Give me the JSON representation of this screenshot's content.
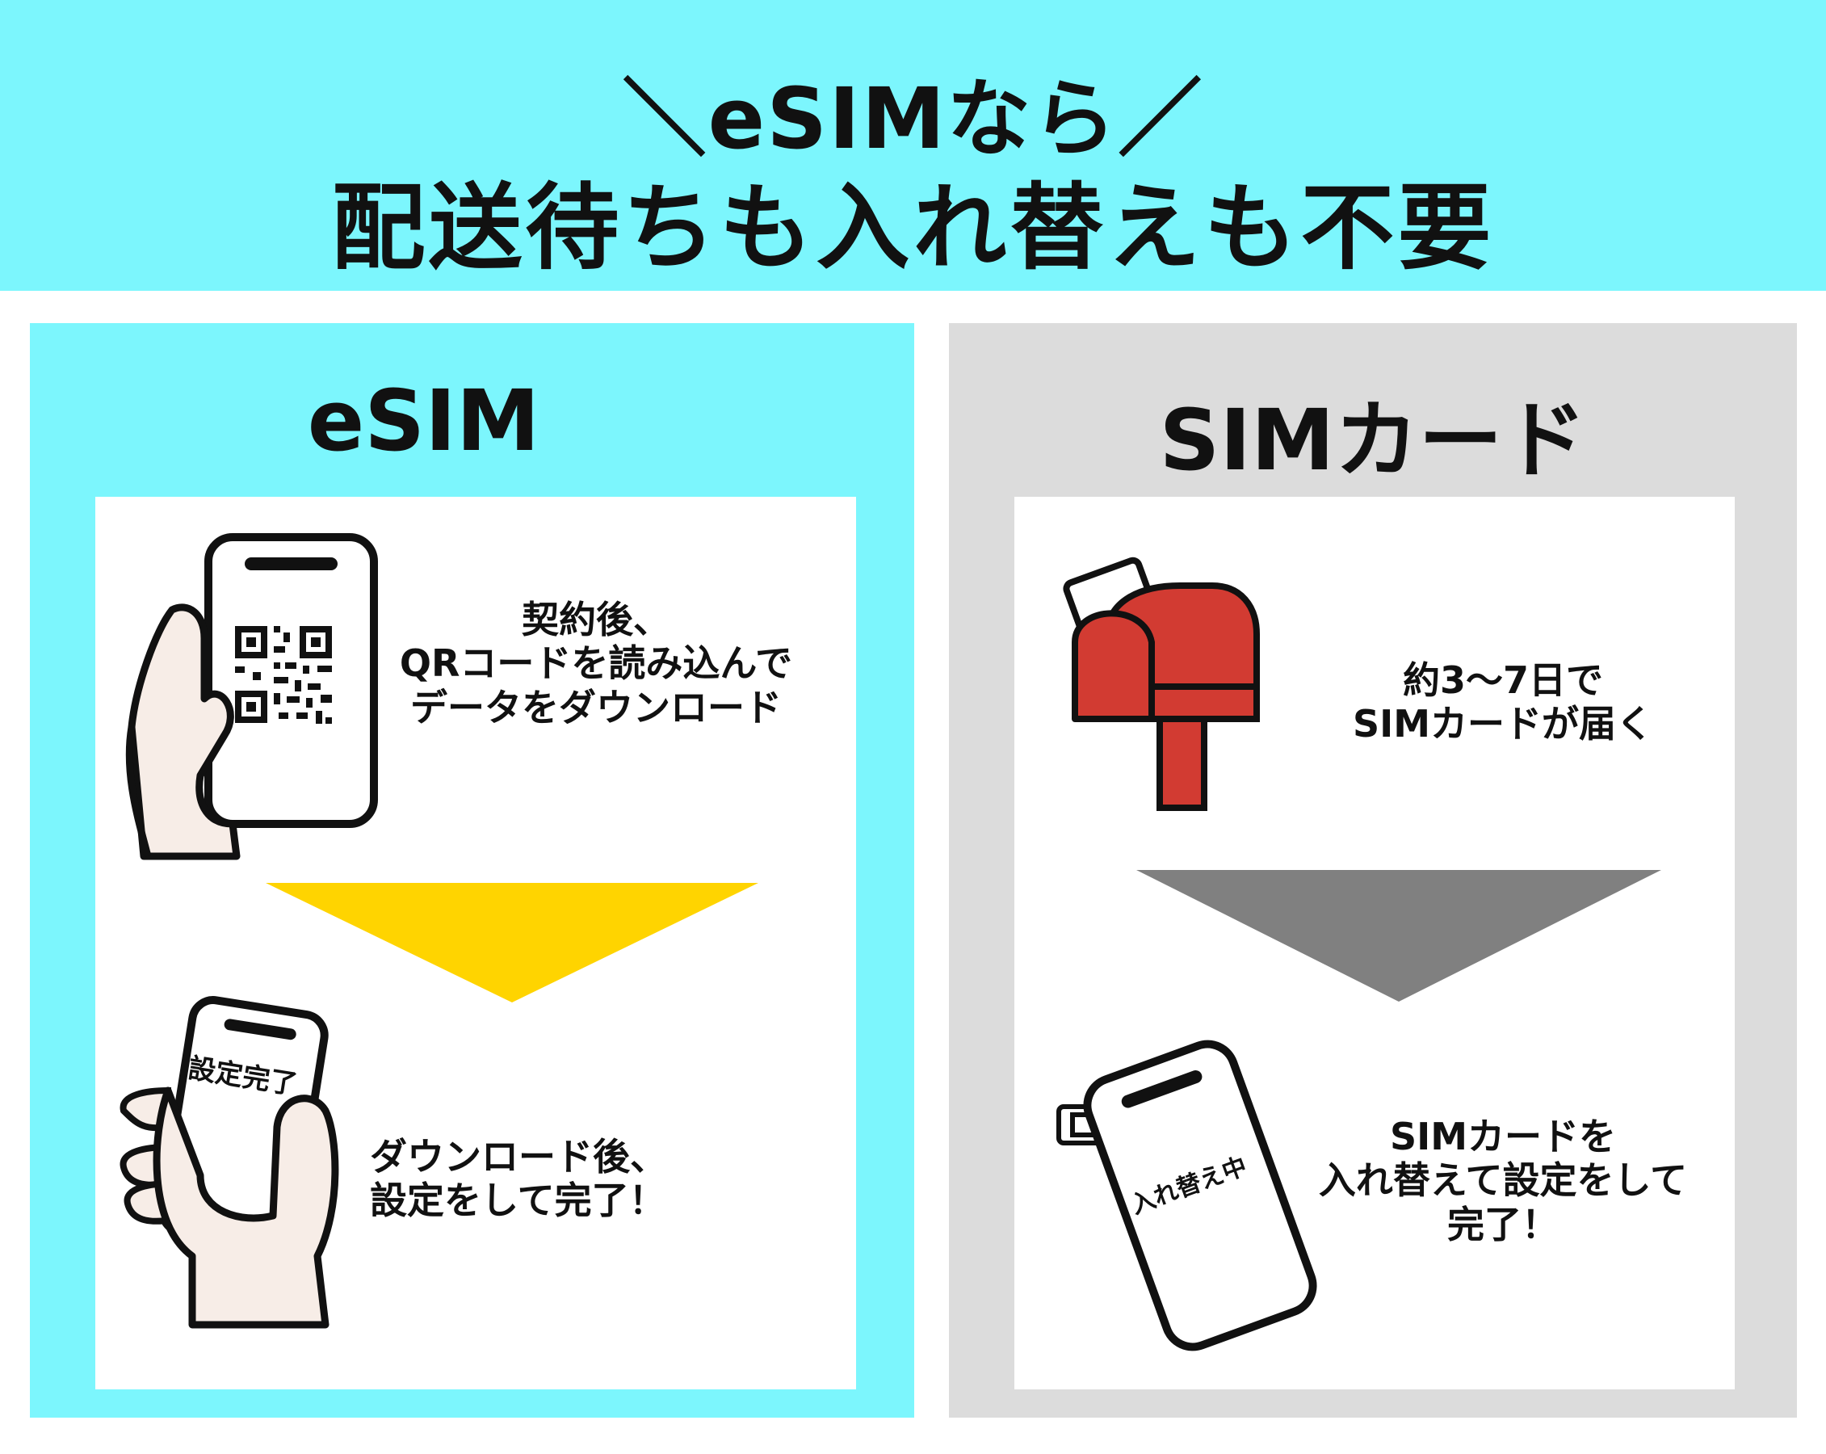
{
  "headline": {
    "line1": "＼eSIMなら／",
    "line2": "配送待ちも入れ替えも不要"
  },
  "colors": {
    "header_bg": "#7cf6fd",
    "esim_panel_bg": "#7cf6fd",
    "sim_panel_bg": "#dcdcdc",
    "esim_arrow": "#ffd400",
    "sim_arrow": "#808080",
    "mailbox": "#d23b32",
    "hand": "#f7ede7"
  },
  "esim": {
    "title": "eSIM",
    "step1": {
      "line1": "契約後、",
      "line2": "QRコードを読み込んで",
      "line3": "データをダウンロード",
      "icon": "qr-phone-icon"
    },
    "step2": {
      "line1": "ダウンロード後、",
      "line2": "設定をして完了！",
      "icon": "phone-in-hand-icon",
      "phone_screen": "設定完了"
    }
  },
  "sim": {
    "title": "SIMカード",
    "step1": {
      "line1": "約3〜7日で",
      "line2": "SIMカードが届く",
      "icon": "mailbox-icon"
    },
    "step2": {
      "line1": "SIMカードを",
      "line2": "入れ替えて設定をして",
      "line3": "完了！",
      "icon": "phone-sim-icon",
      "phone_screen": "入れ替え中"
    }
  }
}
